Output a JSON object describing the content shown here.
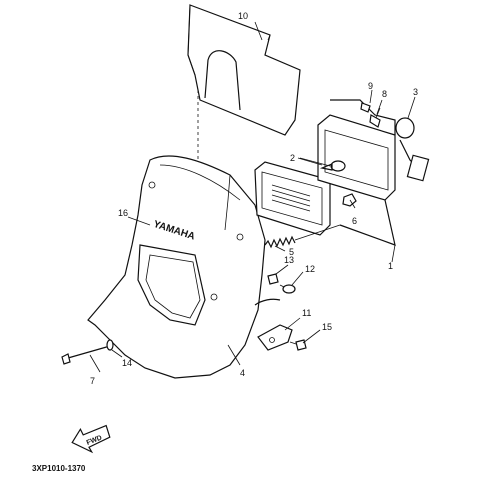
{
  "diagram": {
    "callouts": [
      {
        "id": "c1",
        "text": "1"
      },
      {
        "id": "c2",
        "text": "2"
      },
      {
        "id": "c3",
        "text": "3"
      },
      {
        "id": "c4",
        "text": "4"
      },
      {
        "id": "c5",
        "text": "5"
      },
      {
        "id": "c6",
        "text": "6"
      },
      {
        "id": "c7",
        "text": "7"
      },
      {
        "id": "c8",
        "text": "8"
      },
      {
        "id": "c9",
        "text": "9"
      },
      {
        "id": "c10",
        "text": "10"
      },
      {
        "id": "c11",
        "text": "11"
      },
      {
        "id": "c12",
        "text": "12"
      },
      {
        "id": "c13",
        "text": "13"
      },
      {
        "id": "c14",
        "text": "14"
      },
      {
        "id": "c15",
        "text": "15"
      },
      {
        "id": "c16",
        "text": "16"
      }
    ],
    "fwd_arrow_label": "FWD",
    "cowl_brand": "YAMAHA",
    "diagram_code": "3XP1010-1370"
  }
}
